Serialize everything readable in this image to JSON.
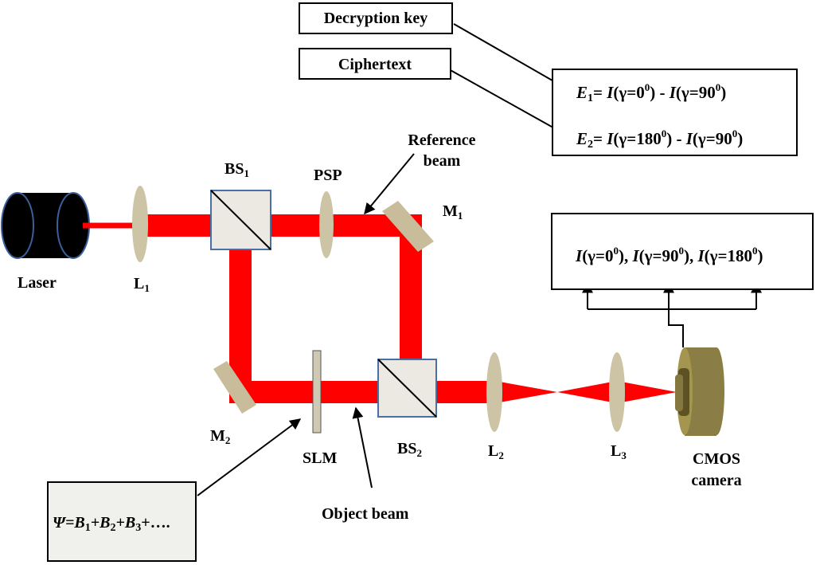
{
  "labels": {
    "laser": "Laser",
    "l1": "L",
    "l1_sub": "1",
    "bs1": "BS",
    "bs1_sub": "1",
    "psp": "PSP",
    "m1": "M",
    "m1_sub": "1",
    "m2": "M",
    "m2_sub": "2",
    "slm": "SLM",
    "bs2": "BS",
    "bs2_sub": "2",
    "l2": "L",
    "l2_sub": "2",
    "l3": "L",
    "l3_sub": "3",
    "cmos_line1": "CMOS",
    "cmos_line2": "camera",
    "reference_beam_line1": "Reference",
    "reference_beam_line2": "beam",
    "object_beam": "Object beam"
  },
  "boxes": {
    "decryption_key": "Decryption key",
    "ciphertext": "Ciphertext",
    "psi_equation": {
      "psi": "Ψ",
      "text": "=B",
      "b1": "1",
      "plus1": "+B",
      "b2": "2",
      "plus2": "+B",
      "b3": "3",
      "tail": "+…."
    },
    "intensities": {
      "i1": "I",
      "g1": "(γ=0",
      "e1": "0",
      "c1": "),",
      "i2": "I",
      "g2": "(γ=90",
      "e2": "0",
      "c2": "),",
      "i3": "I",
      "g3": "(γ=180",
      "e3": "0",
      "c3": ")"
    },
    "e1_eq": {
      "E": "E",
      "sub": "1",
      "eq": "= ",
      "I1": "I",
      "arg1": "(γ=0",
      "sup1": "0",
      "close1": ") - ",
      "I2": "I",
      "arg2": "(γ=90",
      "sup2": "0",
      "close2": ")"
    },
    "e2_eq": {
      "E": "E",
      "sub": "2",
      "eq": "= ",
      "I1": "I",
      "arg1": "(γ=180",
      "sup1": "0",
      "close1": ") - ",
      "I2": "I",
      "arg2": "(γ=90",
      "sup2": "0",
      "close2": ")"
    }
  },
  "colors": {
    "beam": "#ff0000",
    "lens": "#cdc4a6",
    "mirror": "#c9bc9a",
    "beam_splitter_fill": "#ece9e2",
    "beam_splitter_edge": "#4a6fa5",
    "laser_body": "#000000",
    "laser_edge": "#3a5f9a",
    "camera_body": "#8a7d45",
    "psi_box_fill": "#f0f0ec"
  }
}
